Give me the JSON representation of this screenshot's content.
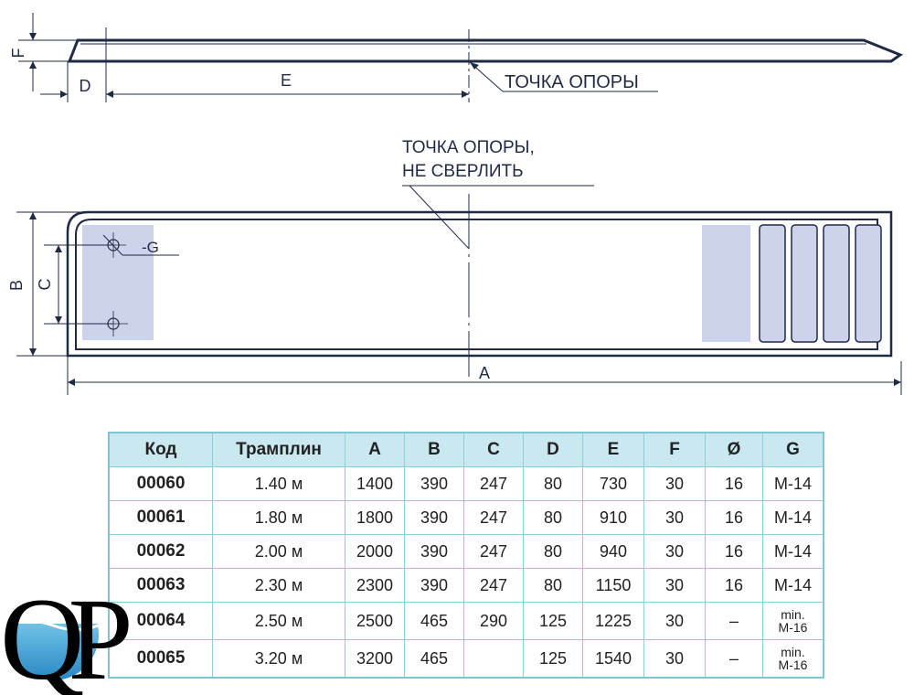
{
  "diagram": {
    "labels": {
      "F": "F",
      "D": "D",
      "E": "E",
      "pivot_point": "ТОЧКА ОПОРЫ",
      "pivot_note_line1": "ТОЧКА ОПОРЫ,",
      "pivot_note_line2": "НЕ СВЕРЛИТЬ",
      "G": "-G",
      "B": "B",
      "C": "C",
      "A": "A"
    },
    "colors": {
      "line": "#1f2a44",
      "pad_fill": "#cdd3ea",
      "table_border": "#7ec6d6",
      "table_header": "#c9e8f0"
    }
  },
  "table": {
    "headers": [
      "Код",
      "Трамплин",
      "A",
      "B",
      "C",
      "D",
      "E",
      "F",
      "Ø",
      "G"
    ],
    "rows": [
      [
        "00060",
        "1.40 м",
        "1400",
        "390",
        "247",
        "80",
        "730",
        "30",
        "16",
        "M-14"
      ],
      [
        "00061",
        "1.80 м",
        "1800",
        "390",
        "247",
        "80",
        "910",
        "30",
        "16",
        "M-14"
      ],
      [
        "00062",
        "2.00 м",
        "2000",
        "390",
        "247",
        "80",
        "940",
        "30",
        "16",
        "M-14"
      ],
      [
        "00063",
        "2.30 м",
        "2300",
        "390",
        "247",
        "80",
        "1150",
        "30",
        "16",
        "M-14"
      ],
      [
        "00064",
        "2.50 м",
        "2500",
        "465",
        "290",
        "125",
        "1225",
        "30",
        "–",
        "min. M-16"
      ],
      [
        "00065",
        "3.20 м",
        "3200",
        "465",
        "",
        "125",
        "1540",
        "30",
        "–",
        "min. M-16"
      ]
    ]
  },
  "logo": {
    "text": "QP"
  }
}
